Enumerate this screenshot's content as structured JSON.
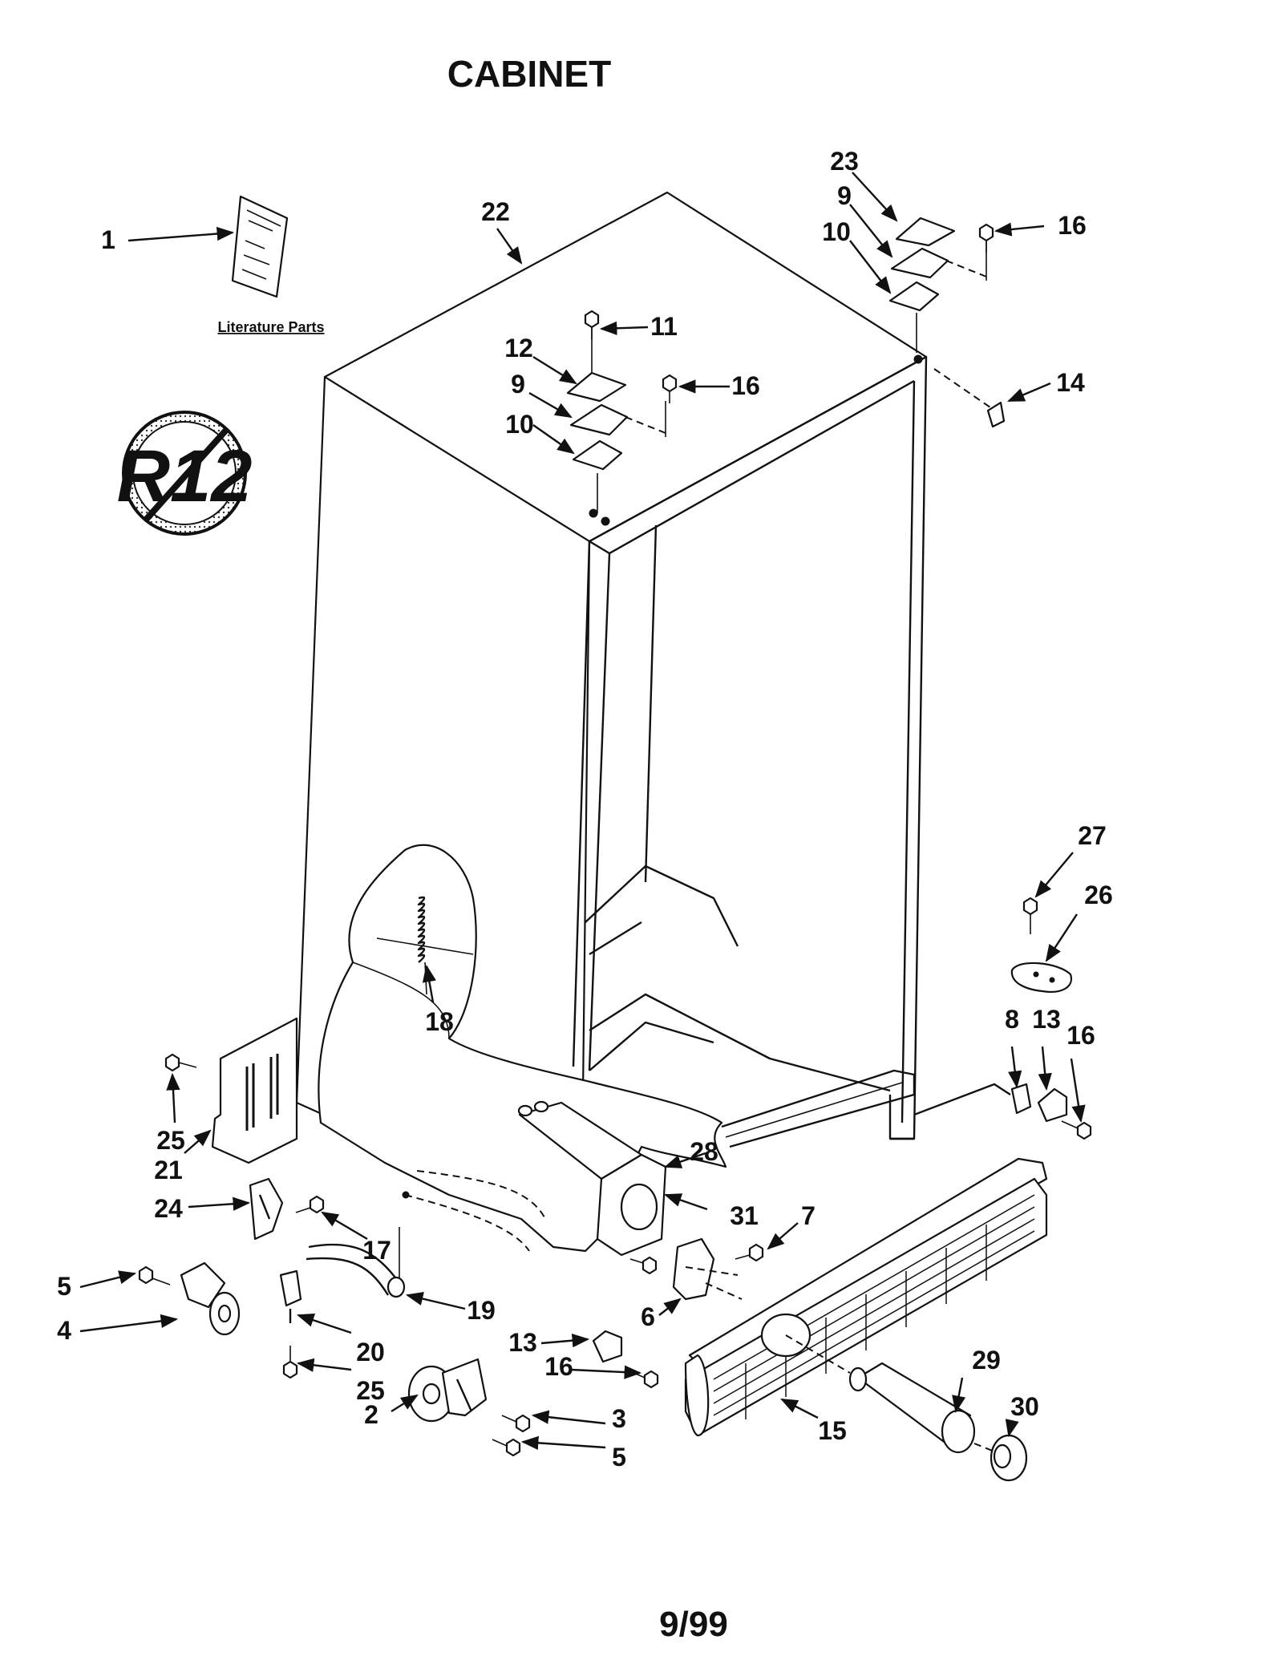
{
  "title": "CABINET",
  "literature_caption": "Literature Parts",
  "badge_text": "R12",
  "footer": "9/99",
  "callouts": [
    "1",
    "2",
    "3",
    "4",
    "5",
    "5",
    "6",
    "7",
    "8",
    "9",
    "9",
    "10",
    "10",
    "11",
    "12",
    "13",
    "13",
    "14",
    "15",
    "16",
    "16",
    "16",
    "16",
    "17",
    "18",
    "19",
    "20",
    "21",
    "22",
    "23",
    "24",
    "25",
    "25",
    "26",
    "27",
    "28",
    "29",
    "30",
    "31"
  ]
}
